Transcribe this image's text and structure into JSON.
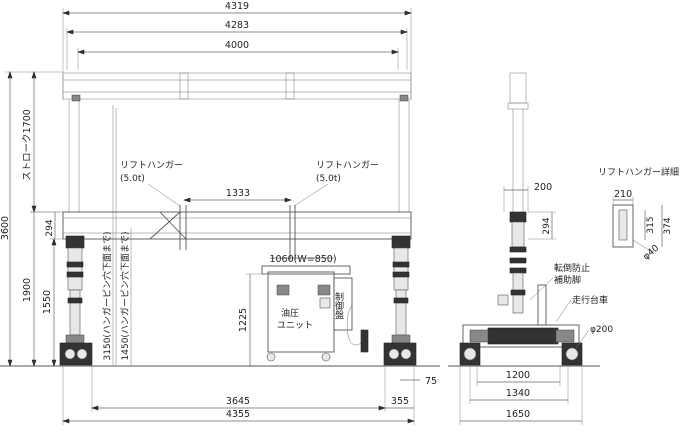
{
  "dimensions": {
    "top_width_outer": "4319",
    "top_width_mid": "4283",
    "top_width_inner": "4000",
    "hanger_spacing": "1333",
    "unit_size": "1060(W=850)",
    "bottom_span": "3645",
    "bottom_total": "4355",
    "right_offset": "355",
    "right_small": "75",
    "total_height": "3600",
    "stroke": "ストローク1700",
    "beam_height": "294",
    "column_height": "1900",
    "lower_height": "1550",
    "pin_high": "3150(ハンガーピン穴下面まで)",
    "pin_low": "1450(ハンガーピン穴下面まで)",
    "unit_height": "1225",
    "side_top_width": "200",
    "side_beam_height": "294",
    "side_wheel_dia": "φ200",
    "side_inner": "1200",
    "side_mid": "1340",
    "side_outer": "1650",
    "detail_width": "210",
    "detail_h1": "315",
    "detail_h2": "374",
    "detail_dia": "φ40"
  },
  "labels": {
    "hanger_left": "リフトハンガー",
    "hanger_left_load": "(5.0t)",
    "hanger_right": "リフトハンガー",
    "hanger_right_load": "(5.0t)",
    "hydraulic_unit_1": "油圧",
    "hydraulic_unit_2": "ユニット",
    "control_panel": "制御盤",
    "anti_tip_1": "転倒防止",
    "anti_tip_2": "補助脚",
    "travel_truck": "走行台車",
    "detail_title": "リフトハンガー詳細"
  }
}
